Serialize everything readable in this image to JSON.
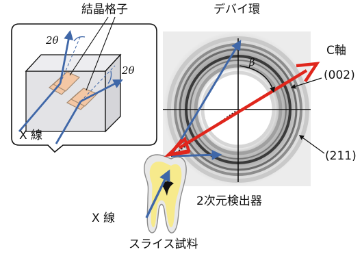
{
  "labels": {
    "crystal_lattice": "結晶格子",
    "debye_ring": "デバイ環",
    "c_axis": "C軸",
    "peak_002": "(002)",
    "peak_211": "(211)",
    "xray_inset": "X 線",
    "xray_main": "X 線",
    "detector": "2次元検出器",
    "slice_sample": "スライス試料",
    "two_theta_1": "2θ",
    "two_theta_2": "2θ",
    "beta": "β"
  },
  "colors": {
    "xray_beam": "#3f67a8",
    "c_axis_arrow": "#e0261c",
    "crystal_fill": "#f4c7a4",
    "tooth_fill": "#f7ea8c",
    "box_fill": "#e3e3e6"
  }
}
